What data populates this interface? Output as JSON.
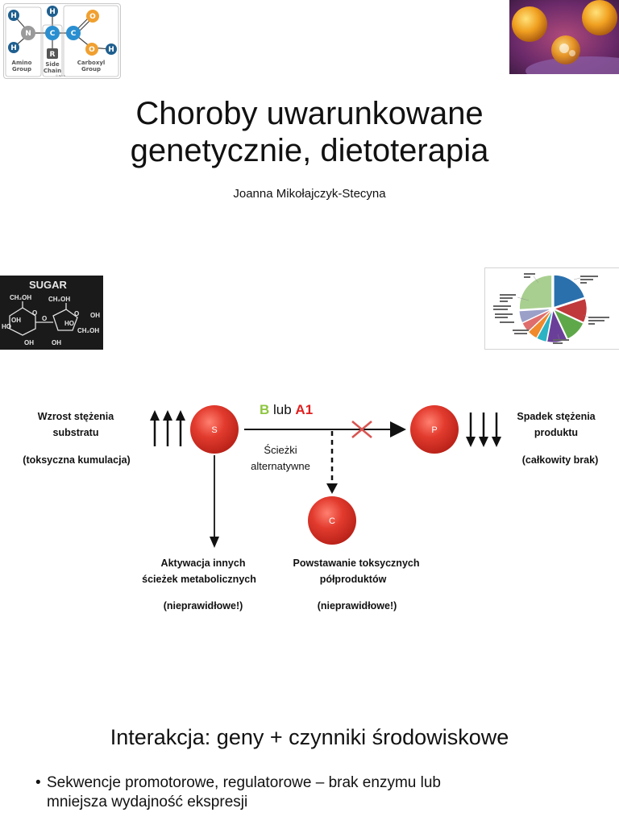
{
  "amino_diagram": {
    "atoms": {
      "h1": "H",
      "h2": "H",
      "n": "N",
      "c1": "C",
      "h3": "H",
      "c2": "C",
      "o1": "O",
      "o2": "O",
      "h4": "H",
      "r": "R"
    },
    "labels": {
      "amino_line1": "Amino",
      "amino_line2": "Group",
      "side_line1": "Side",
      "side_line2": "Chain",
      "carboxyl_line1": "Carboxyl",
      "carboxyl_line2": "Group",
      "credit": "© Byjus"
    },
    "colors": {
      "nitrogen": "#9a9a9a",
      "carbon": "#2a8fd0",
      "oxygen": "#f0a030",
      "hydrogen": "#1f5f8f",
      "rgroup": "#555555"
    }
  },
  "slide1": {
    "title_line1": "Choroby uwarunkowane",
    "title_line2": "genetycznie, dietoterapia",
    "author": "Joanna Mikołajczyk-Stecyna"
  },
  "sugar_image": {
    "header": "SUGAR",
    "labels": {
      "ch2oh_a": "CH₂OH",
      "ch2oh_b": "CH₂OH",
      "ch2oh_c": "CH₂OH",
      "o_a": "O",
      "o_b": "O",
      "o_c": "O",
      "ho_a": "HO",
      "oh_a": "OH",
      "oh_b": "OH",
      "oh_c": "OH",
      "ho_b": "HO",
      "oh_d": "OH"
    }
  },
  "pie_image": {
    "slices": [
      {
        "pct": 20,
        "color": "#2a70ad"
      },
      {
        "pct": 12,
        "color": "#c0393b"
      },
      {
        "pct": 11,
        "color": "#5fa84a"
      },
      {
        "pct": 10,
        "color": "#6a3f99"
      },
      {
        "pct": 5,
        "color": "#2bb3c4"
      },
      {
        "pct": 5,
        "color": "#f08a2c"
      },
      {
        "pct": 5,
        "color": "#e06d6d"
      },
      {
        "pct": 6,
        "color": "#9aa0c8"
      },
      {
        "pct": 26,
        "color": "#a8cf8f"
      }
    ]
  },
  "diagram": {
    "left_top_line1": "Wzrost stężenia",
    "left_top_line2": "substratu",
    "left_paren": "(toksyczna kumulacja)",
    "right_top_line1": "Spadek stężenia",
    "right_top_line2": "produktu",
    "right_paren": "(całkowity brak)",
    "enzyme_b": "B",
    "enzyme_lub": " lub ",
    "enzyme_a1": "A1",
    "node_s": "S",
    "node_p": "P",
    "node_c": "C",
    "alt_line1": "Ścieżki",
    "alt_line2": "alternatywne",
    "bottom_left_line1": "Aktywacja innych",
    "bottom_left_line2": "ścieżek metabolicznych",
    "bottom_left_paren": "(nieprawidłowe!)",
    "bottom_mid_line1": "Powstawanie toksycznych",
    "bottom_mid_line2": "półproduktów",
    "bottom_mid_paren": "(nieprawidłowe!)",
    "colors": {
      "node": "#e23b2e",
      "enzyme_b": "#8dc63f",
      "enzyme_a1": "#e02020",
      "cross": "#d9534f"
    }
  },
  "slide2": {
    "heading": "Interakcja: geny + czynniki środowiskowe",
    "bullet_marker": "•",
    "bullet_line1": "Sekwencje promotorowe, regulatorowe – brak enzymu lub",
    "bullet_line2": "mniejsza wydajność ekspresji"
  }
}
